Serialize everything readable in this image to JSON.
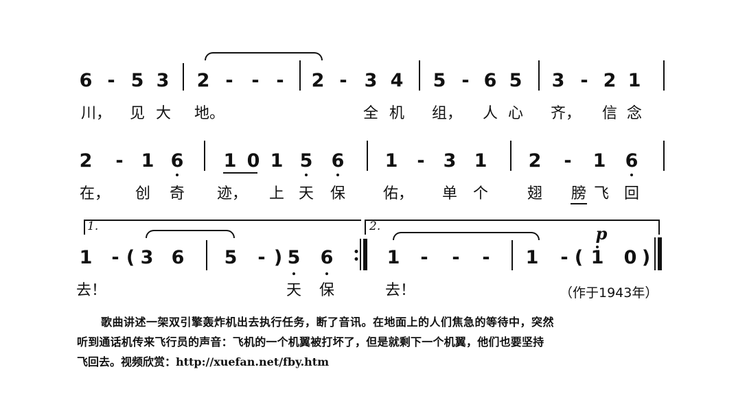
{
  "score": {
    "line1": {
      "notes": [
        "6",
        "-",
        "5",
        "3",
        "2",
        "-",
        "-",
        "-",
        "2",
        "-",
        "3",
        "4",
        "5",
        "-",
        "6",
        "5",
        "3",
        "-",
        "2",
        "1"
      ],
      "lyrics": [
        "川，",
        "见",
        "大",
        "地。",
        "全",
        "机",
        "组，",
        "人",
        "心",
        "齐，",
        "信",
        "念"
      ]
    },
    "line2": {
      "notes": [
        "2",
        "-",
        "1",
        "6",
        "1",
        "0",
        "1",
        "5",
        "6",
        "1",
        "-",
        "3",
        "1",
        "2",
        "-",
        "1",
        "6"
      ],
      "lyrics": [
        "在，",
        "创",
        "奇",
        "迹，",
        "上",
        "天",
        "保",
        "佑，",
        "单",
        "个",
        "翅",
        "膀",
        "飞",
        "回"
      ]
    },
    "line3": {
      "volta1_label": "1.",
      "volta2_label": "2.",
      "notes": [
        "1",
        "-",
        "(",
        "3",
        "6",
        "5",
        "-",
        ")",
        "5",
        "6",
        "1",
        "-",
        "-",
        "-",
        "1",
        "-",
        "(",
        "i",
        "0",
        ")"
      ],
      "dynamic": "p",
      "lyrics": [
        "去！",
        "天",
        "保",
        "去！"
      ],
      "credit": "（作于1943年）"
    }
  },
  "description": {
    "lines": [
      "歌曲讲述一架双引擎轰炸机出去执行任务，断了音讯。在地面上的人们焦急的等待中，突然",
      "听到通话机传来飞行员的声音：飞机的一个机翼被打坏了，但是就剩下一个机翼，他们也要坚持",
      "飞回去。视频欣赏：http://xuefan.net/fby.htm"
    ]
  }
}
